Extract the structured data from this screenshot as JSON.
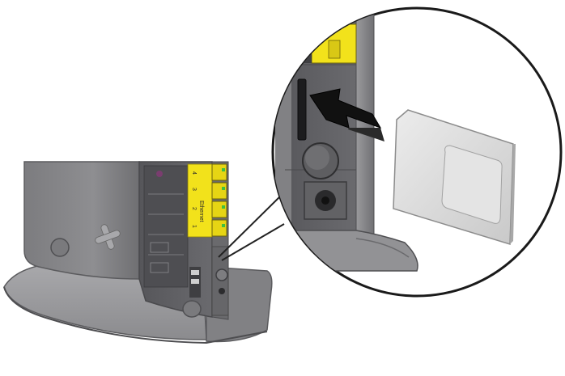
{
  "illustration": {
    "ports": {
      "label": "Ethernet",
      "numbers": [
        "4",
        "3",
        "2",
        "1"
      ]
    },
    "colors": {
      "router_body": "#8a8a8c",
      "router_dark": "#5e5e61",
      "stand": "#9b9b9e",
      "port_yellow": "#f2e21b",
      "led_green": "#3fbf3f",
      "sim_card": "#dcdcdc",
      "arrow": "#111111"
    },
    "icons": [
      "router-device",
      "sim-card",
      "insert-arrow",
      "magnify-circle"
    ]
  }
}
